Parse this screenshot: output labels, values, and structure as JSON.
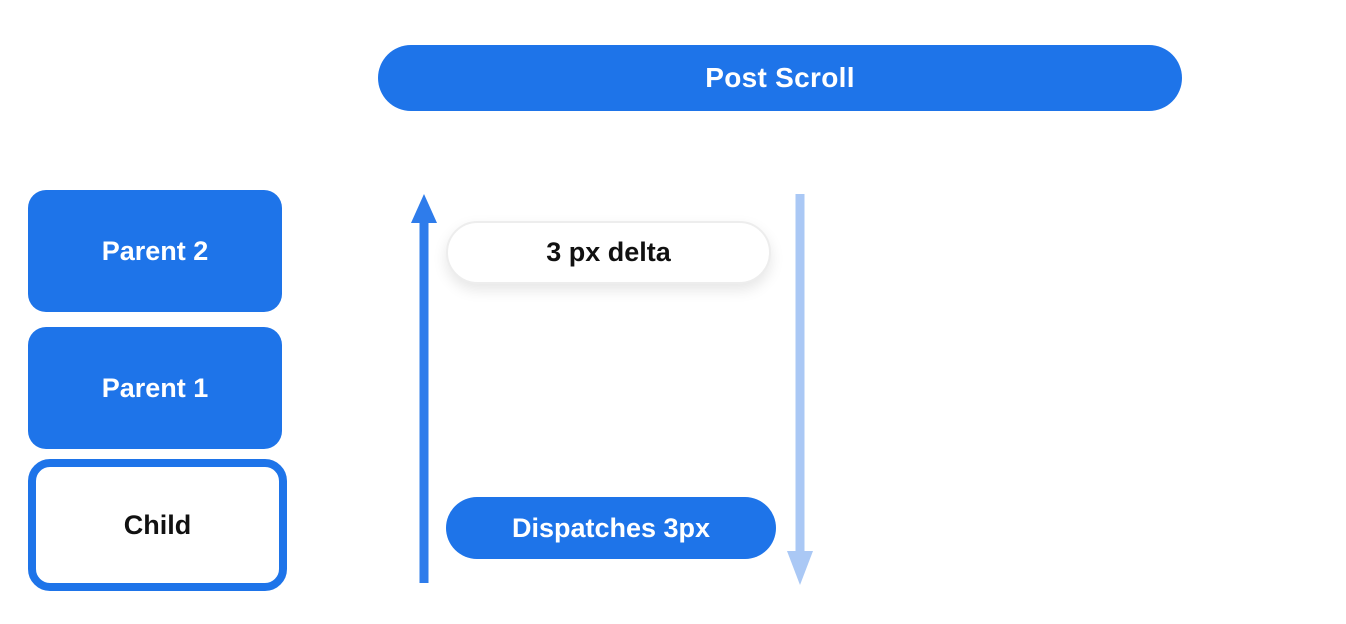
{
  "diagram": {
    "banner": {
      "label": "Post Scroll"
    },
    "stack": [
      {
        "id": "parent2",
        "label": "Parent 2",
        "style": "filled"
      },
      {
        "id": "parent1",
        "label": "Parent 1",
        "style": "filled"
      },
      {
        "id": "child",
        "label": "Child",
        "style": "outlined"
      }
    ],
    "flow": {
      "delta_label": "3 px delta",
      "dispatch_label": "Dispatches 3px",
      "arrows": [
        {
          "direction": "up",
          "color": "#2E7CEB"
        },
        {
          "direction": "down",
          "color": "#AAC8F5"
        }
      ]
    },
    "colors": {
      "primary_blue": "#1E74E9",
      "light_blue": "#AAC8F5",
      "text_on_blue": "#FFFFFF",
      "text_dark": "#111111",
      "background": "#FFFFFF",
      "pill_border": "#EDEDED"
    }
  }
}
